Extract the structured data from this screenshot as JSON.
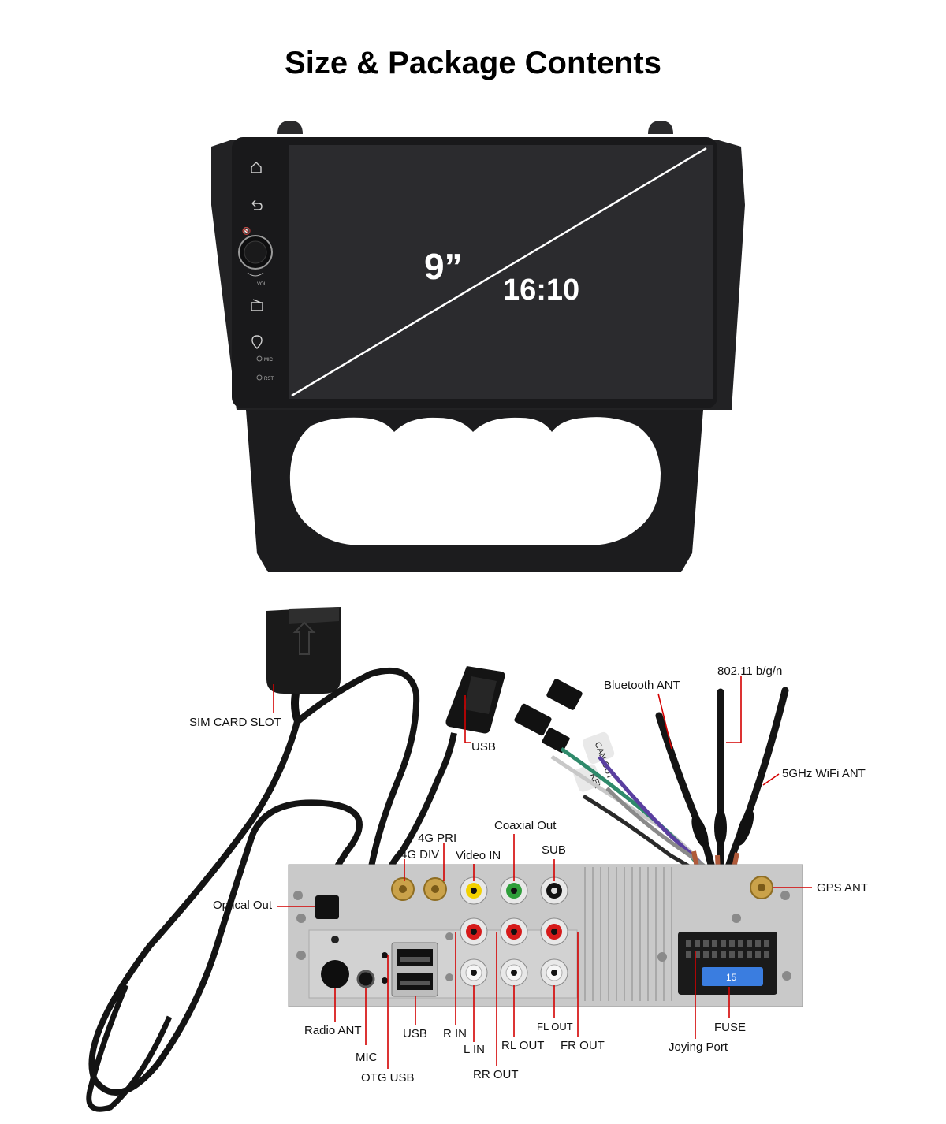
{
  "title": "Size & Package Contents",
  "screen": {
    "size": "9”",
    "ratio": "16:10",
    "side_labels": {
      "vol": "VOL",
      "mic": "MIC",
      "rst": "RST"
    },
    "icons": [
      "home-icon",
      "back-icon",
      "mute-icon",
      "volume-knob",
      "radio-icon",
      "gps-icon"
    ]
  },
  "cable_labels": {
    "sim": "SIM CARD SLOT",
    "usb_top": "USB",
    "bluetooth": "Bluetooth ANT",
    "wifi24": "802.11 b/g/n",
    "wifi5": "5GHz WiFi ANT",
    "can": "CAN OUT",
    "key": "KEY"
  },
  "port_labels": {
    "pri4g": "4G PRI",
    "div4g": "4G DIV",
    "video_in": "Video IN",
    "coaxial": "Coaxial Out",
    "sub": "SUB",
    "gps": "GPS ANT",
    "optical": "Optical Out",
    "radio": "Radio ANT",
    "mic": "MIC",
    "otg": "OTG USB",
    "usb": "USB",
    "rin": "R IN",
    "lin": "L IN",
    "rrout": "RR OUT",
    "rlout": "RL OUT",
    "flout": "FL OUT",
    "frout": "FR OUT",
    "joying": "Joying Port",
    "fuse": "FUSE",
    "fuse_rating": "15"
  },
  "colors": {
    "leader": "#d40000",
    "chassis": "#c9c9c9",
    "bezel": "#1c1c1e",
    "fuse": "#3a7de0",
    "rca_yellow": "#f2d100",
    "rca_green": "#2e9e3a",
    "rca_red": "#d61a1a"
  }
}
